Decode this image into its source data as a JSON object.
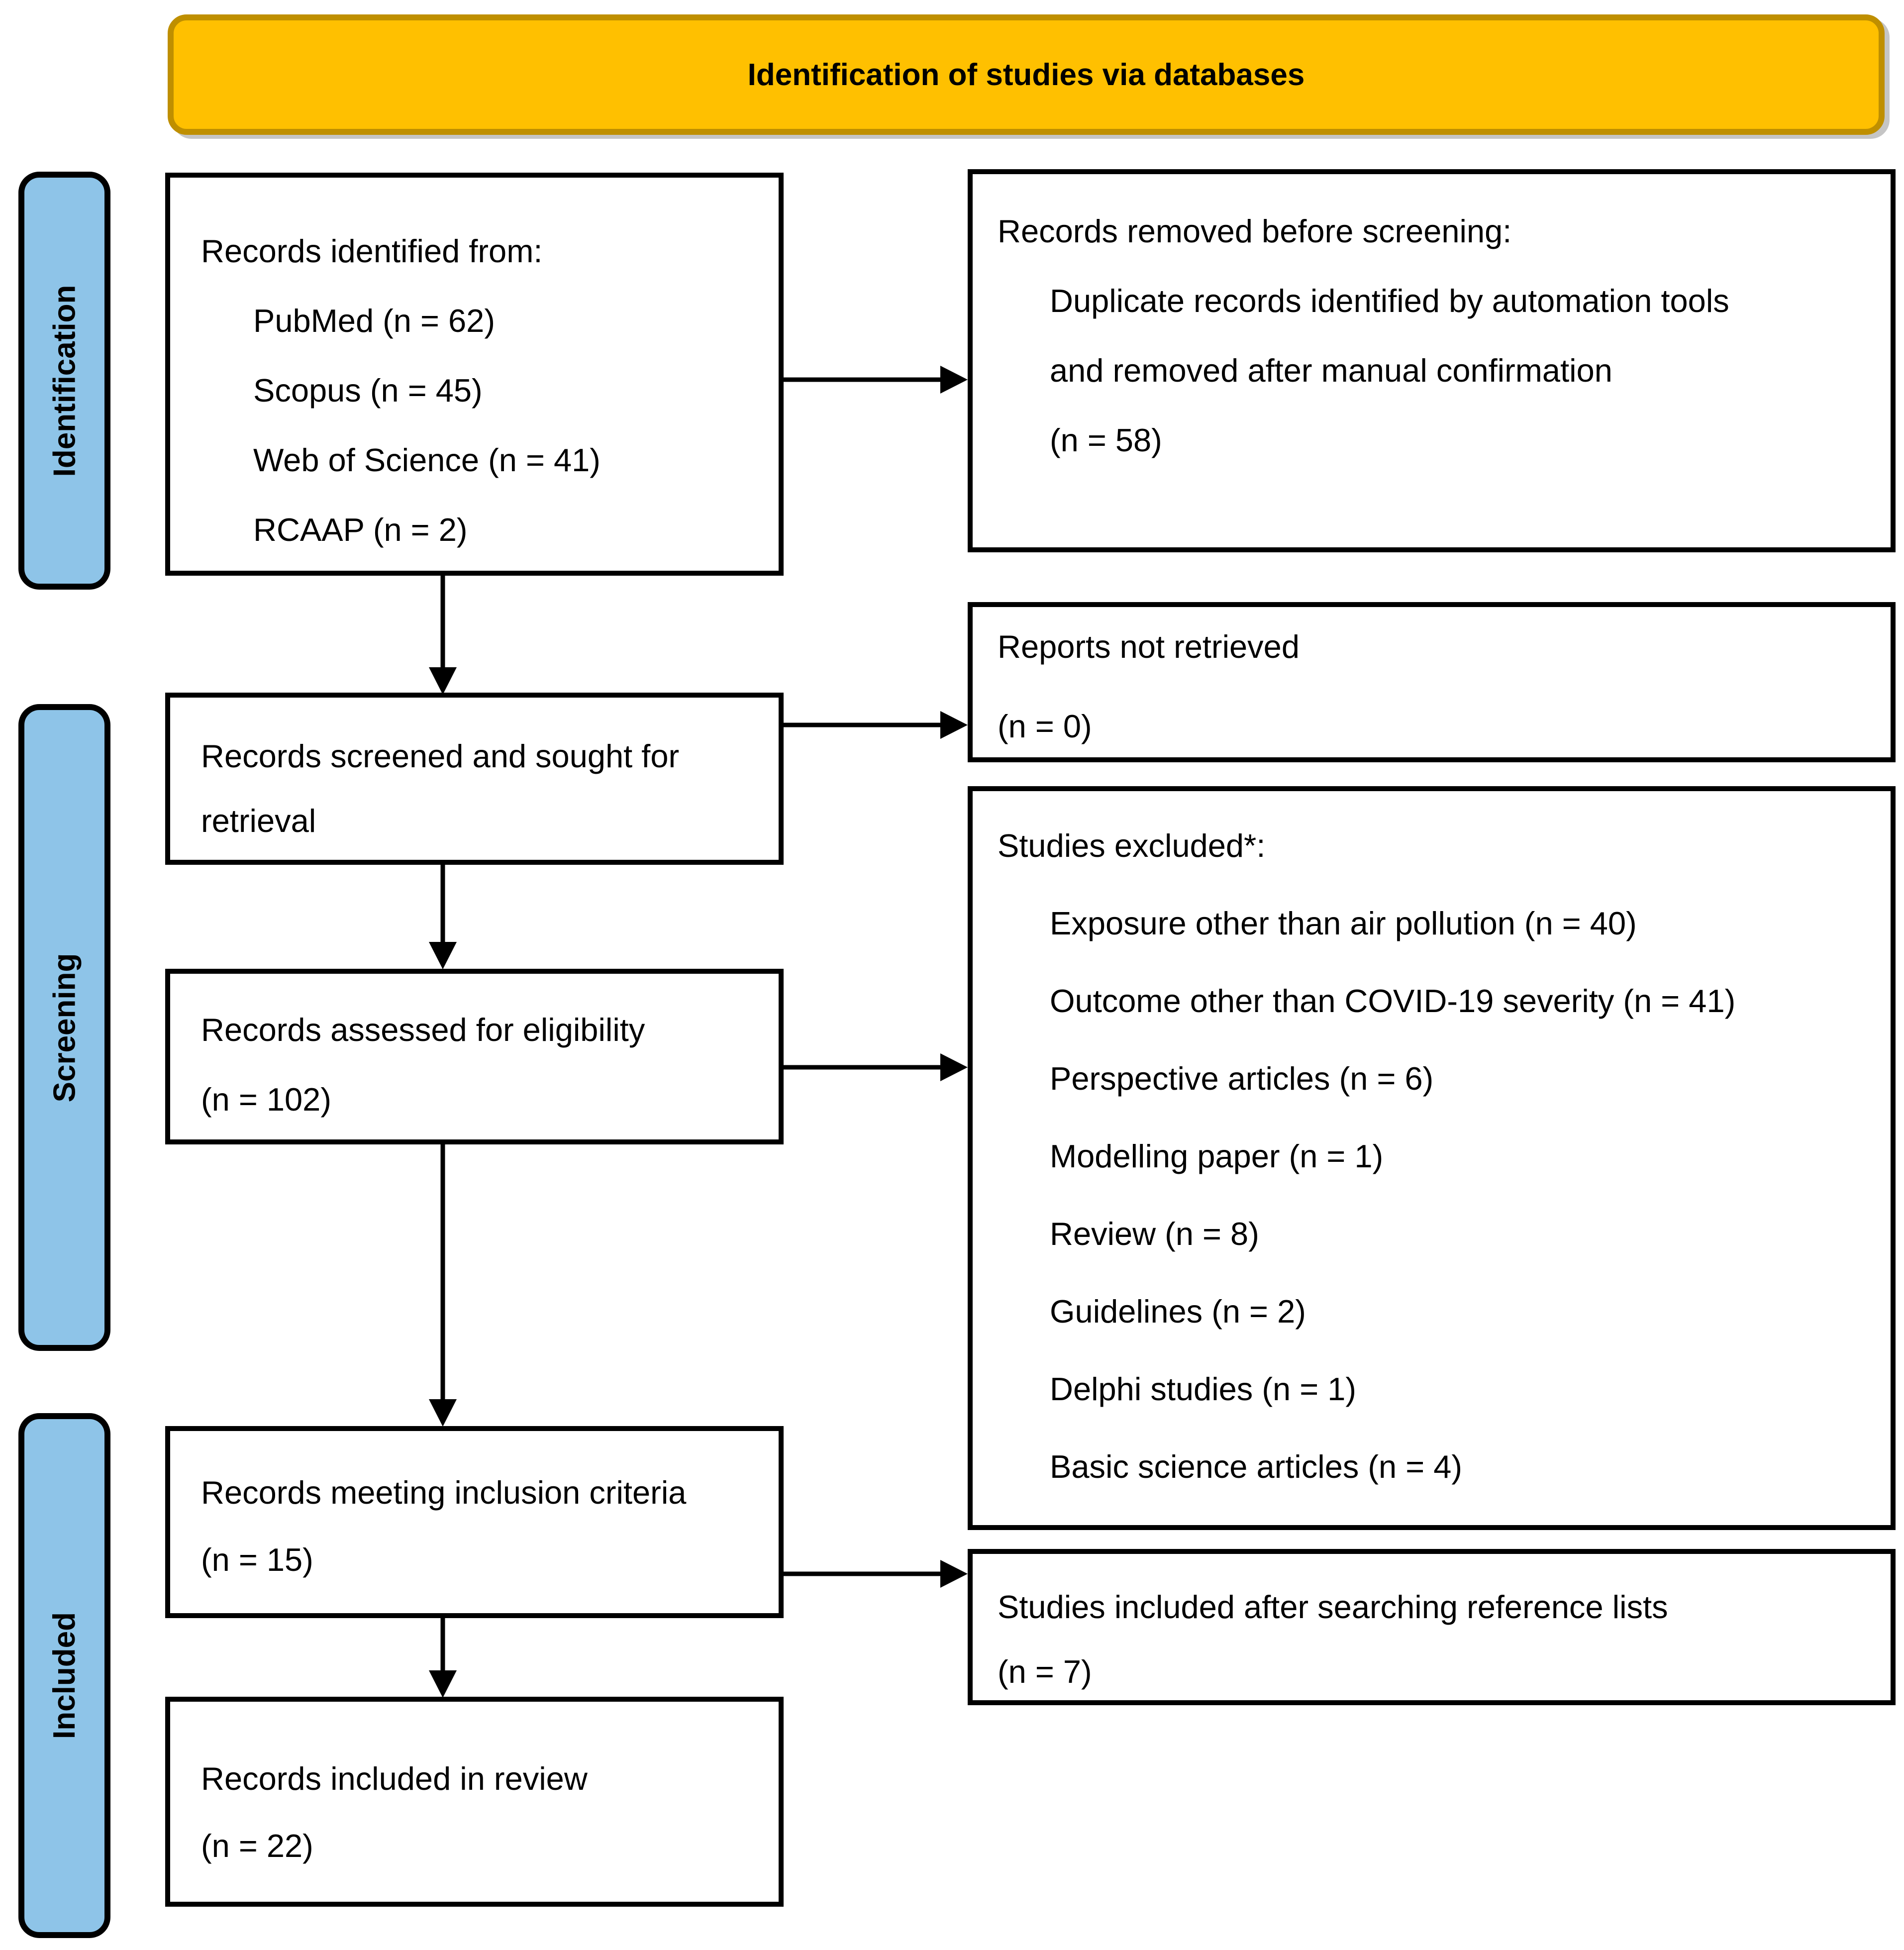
{
  "banner": {
    "title": "Identification of studies via databases"
  },
  "stages": {
    "identification": "Identification",
    "screening": "Screening",
    "included": "Included"
  },
  "colors": {
    "banner_fill": "#FFC000",
    "banner_border": "#BF8F00",
    "stage_fill": "#8EC4E8",
    "box_border": "#000000",
    "text": "#000000"
  },
  "boxes": {
    "records_identified": {
      "lines": [
        "Records identified from:",
        "PubMed (n = 62)",
        "Scopus (n = 45)",
        "Web of Science (n = 41)",
        "RCAAP (n = 2)"
      ]
    },
    "records_removed": {
      "lines": [
        "Records removed before screening:",
        "Duplicate records identified by automation tools",
        "and removed after manual confirmation",
        "(n = 58)"
      ]
    },
    "records_screened": {
      "lines": [
        "Records screened and sought for",
        "retrieval"
      ]
    },
    "reports_not_retrieved": {
      "lines": [
        "Reports not retrieved",
        "(n = 0)"
      ]
    },
    "records_assessed": {
      "lines": [
        "Records assessed for eligibility",
        "(n = 102)"
      ]
    },
    "studies_excluded": {
      "lines": [
        "Studies excluded*:",
        "Exposure other than air pollution (n = 40)",
        "Outcome other than COVID-19 severity (n = 41)",
        "Perspective articles (n = 6)",
        "Modelling paper (n = 1)",
        "Review (n = 8)",
        "Guidelines (n = 2)",
        "Delphi studies (n = 1)",
        "Basic science articles (n = 4)"
      ]
    },
    "records_meeting_inclusion": {
      "lines": [
        "Records meeting inclusion criteria",
        "(n = 15)"
      ]
    },
    "studies_included_references": {
      "lines": [
        "Studies included after searching reference lists",
        "(n = 7)"
      ]
    },
    "records_included_review": {
      "lines": [
        "Records included in review",
        "(n = 22)"
      ]
    }
  }
}
